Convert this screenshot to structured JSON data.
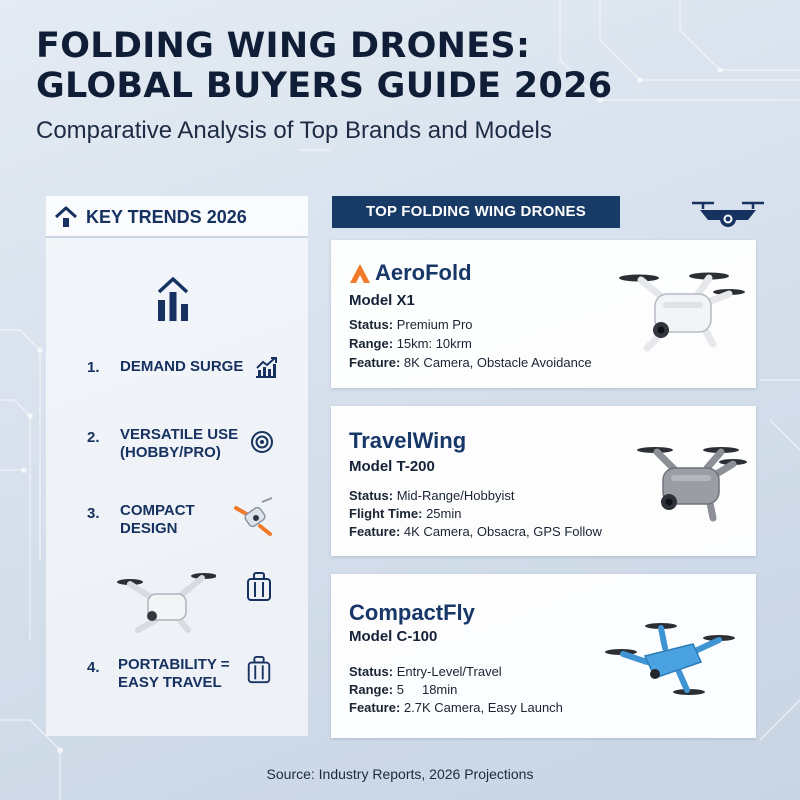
{
  "header": {
    "title_line1": "FOLDING WING DRONES:",
    "title_line2": "GLOBAL BUYERS GUIDE 2026",
    "subtitle": "Comparative Analysis of Top Brands and Models"
  },
  "trends": {
    "heading": "KEY TRENDS 2026",
    "items": [
      {
        "number": "1.",
        "line1": "DEMAND SURGE",
        "line2": "",
        "icon": "chart-growth-icon"
      },
      {
        "number": "2.",
        "line1": "VERSATILE USE",
        "line2": "(HOBBY/PRO)",
        "icon": "camera-lens-icon"
      },
      {
        "number": "3.",
        "line1": "COMPACT",
        "line2": "DESIGN",
        "icon": "folded-drone-icon"
      },
      {
        "number": "4.",
        "line1": "PORTABILITY =",
        "line2": "EASY TRAVEL",
        "icon": "suitcase-icon"
      }
    ]
  },
  "drones": {
    "heading": "TOP FOLDING WING DRONES",
    "cards": [
      {
        "brand": "AeroFold",
        "model": "Model X1",
        "specs": [
          {
            "label": "Status:",
            "value": "Premium Pro"
          },
          {
            "label": "Range:",
            "value": "15km: 10krm"
          },
          {
            "label": "Feature:",
            "value": "8K Camera, Obstacle Avoidance"
          }
        ],
        "color": "#f1f2f4"
      },
      {
        "brand": "TravelWing",
        "model": "Model T-200",
        "specs": [
          {
            "label": "Status:",
            "value": "Mid-Range/Hobbyist"
          },
          {
            "label": "Flight Time:",
            "value": "25min"
          },
          {
            "label": "Feature:",
            "value": "4K Camera, Obsacra, GPS Follow"
          }
        ],
        "color": "#8e9196"
      },
      {
        "brand": "CompactFly",
        "model": "Model C-100",
        "specs": [
          {
            "label": "Status:",
            "value": "Entry-Level/Travel"
          },
          {
            "label": "Range:",
            "value": "5     18min"
          },
          {
            "label": "Feature:",
            "value": "2.7K Camera, Easy Launch"
          }
        ],
        "color": "#4aa3e0"
      }
    ]
  },
  "footer": {
    "source": "Source: Industry Reports, 2026 Projections"
  },
  "colors": {
    "navy": "#183a66",
    "title": "#0f1d36",
    "accent_orange": "#f07a2a"
  }
}
